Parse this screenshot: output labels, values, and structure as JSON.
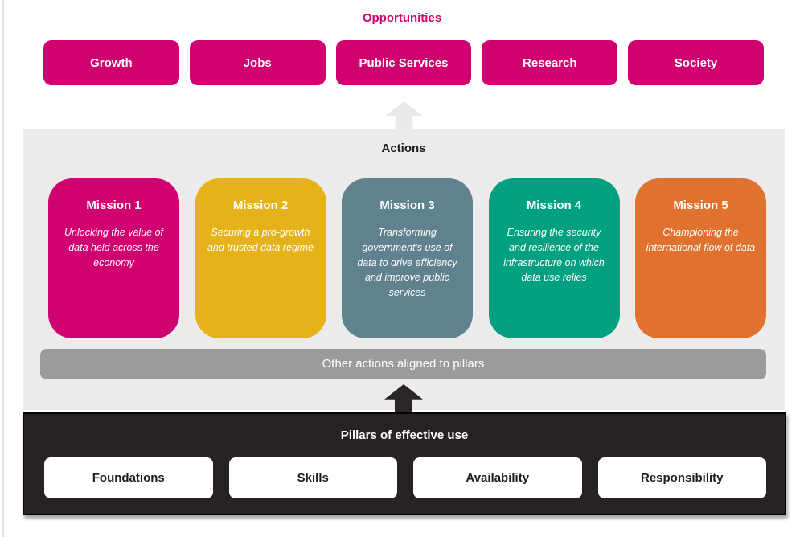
{
  "opportunities": {
    "title": "Opportunities",
    "items": [
      "Growth",
      "Jobs",
      "Public Services",
      "Research",
      "Society"
    ]
  },
  "actions": {
    "title": "Actions",
    "missions": [
      {
        "title": "Mission 1",
        "description": "Unlocking the value of data held across the economy",
        "color": "#d00070"
      },
      {
        "title": "Mission 2",
        "description": "Securing a pro-growth and trusted data regime",
        "color": "#e6b219"
      },
      {
        "title": "Mission 3",
        "description": "Transforming government's use of data to drive efficiency and improve public services",
        "color": "#5f828e"
      },
      {
        "title": "Mission 4",
        "description": "Ensuring the security and resilience of the infrastructure on which data use relies",
        "color": "#00a080"
      },
      {
        "title": "Mission 5",
        "description": "Championing the international flow of data",
        "color": "#e0712e"
      }
    ],
    "other_actions_label": "Other actions aligned to pillars"
  },
  "pillars": {
    "title": "Pillars of effective use",
    "items": [
      "Foundations",
      "Skills",
      "Availability",
      "Responsibility"
    ]
  },
  "colors": {
    "accent_pink": "#d00070",
    "mission_yellow": "#e6b219",
    "mission_slate": "#5f828e",
    "mission_teal": "#00a080",
    "mission_orange": "#e0712e",
    "actions_panel_gray": "#ebebeb",
    "other_actions_bar_gray": "#9b9b9b",
    "pillars_panel_black": "#272324",
    "top_arrow_gray": "#e9e9e9",
    "bottom_arrow_black": "#2b2728"
  }
}
